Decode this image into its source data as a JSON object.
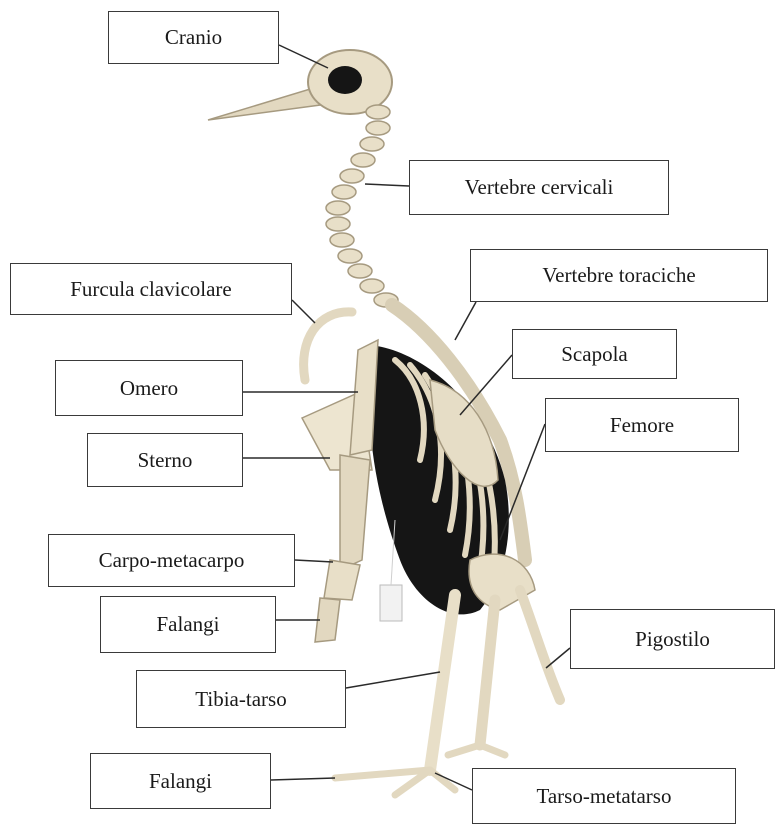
{
  "labels": {
    "cranio": "Cranio",
    "vertebre_cervicali": "Vertebre cervicali",
    "furcula": "Furcula clavicolare",
    "vertebre_toraciche": "Vertebre toraciche",
    "scapola": "Scapola",
    "omero": "Omero",
    "femore": "Femore",
    "sterno": "Sterno",
    "carpo_metacarpo": "Carpo-metacarpo",
    "falangi_ala": "Falangi",
    "pigostilo": "Pigostilo",
    "tibia_tarso": "Tibia-tarso",
    "falangi_zampa": "Falangi",
    "tarso_metatarso": "Tarso-metatarso"
  },
  "colors": {
    "bone": "#e8dfc8",
    "bone_shadow": "#b9ad92",
    "rib_cavity": "#151515",
    "box_border": "#3a3a3a",
    "leader_line": "#2a2a2a"
  }
}
